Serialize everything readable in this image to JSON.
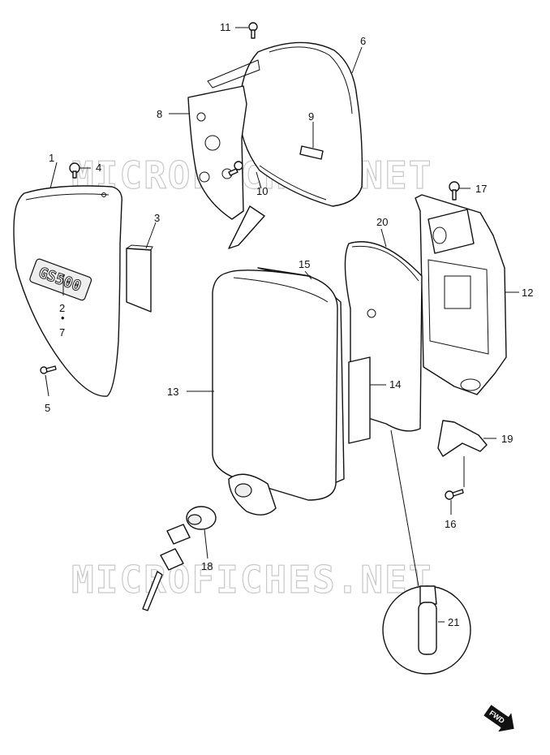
{
  "watermark": "MICROFICHES.NET",
  "fwd_label": "FWD",
  "side_cover_emblem": "GS500",
  "callouts": {
    "c1": "1",
    "c2": "2",
    "c7": "7",
    "c3": "3",
    "c4": "4",
    "c5": "5",
    "c6": "6",
    "c8": "8",
    "c9": "9",
    "c10": "10",
    "c11": "11",
    "c12": "12",
    "c13": "13",
    "c14": "14",
    "c15": "15",
    "c16": "16",
    "c17": "17",
    "c18": "18",
    "c19": "19",
    "c20": "20",
    "c21": "21"
  }
}
